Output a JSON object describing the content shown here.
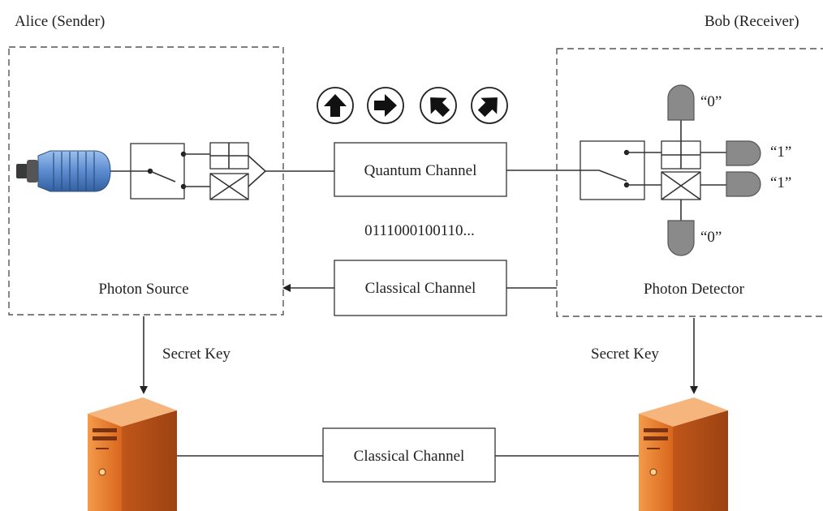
{
  "alice": {
    "title": "Alice (Sender)",
    "component": "Photon Source",
    "secret_key": "Secret Key"
  },
  "bob": {
    "title": "Bob (Receiver)",
    "component": "Photon Detector",
    "secret_key": "Secret Key"
  },
  "quantum_channel": "Quantum Channel",
  "bit_string": "0111000100110...",
  "classical_channel_top": "Classical Channel",
  "classical_channel_bottom": "Classical Channel",
  "detector_outputs": {
    "top": "“0”",
    "right_upper": "“1”",
    "right_lower": "“1”",
    "bottom": "“0”"
  },
  "polarization_icons": [
    "arrow-up-icon",
    "arrow-right-icon",
    "arrow-up-left-icon",
    "arrow-up-right-icon"
  ],
  "colors": {
    "photon_source": "#5b8bd0",
    "server": "#e8762a",
    "detector": "#8a8a8a"
  }
}
